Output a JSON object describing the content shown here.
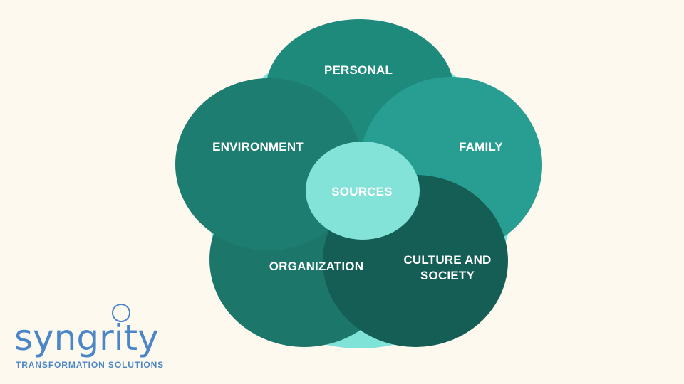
{
  "diagram": {
    "center_label": "SOURCES",
    "petals": {
      "personal": "PERSONAL",
      "family": "FAMILY",
      "environment": "ENVIRONMENT",
      "organization": "ORGANIZATION",
      "culture_line1": "CULTURE AND",
      "culture_line2": "SOCIETY"
    }
  },
  "logo": {
    "wordmark": "syngrity",
    "tagline": "TRANSFORMATION SOLUTIONS"
  },
  "colors": {
    "background": "#FEF9EE",
    "outer_circle": "#80E3D8",
    "personal": "#1E8A7C",
    "family": "#279E91",
    "environment": "#1D7D70",
    "organization": "#1C776A",
    "culture_and_society": "#155E55",
    "center": "#84E3D9",
    "logo": "#4A86C8"
  }
}
